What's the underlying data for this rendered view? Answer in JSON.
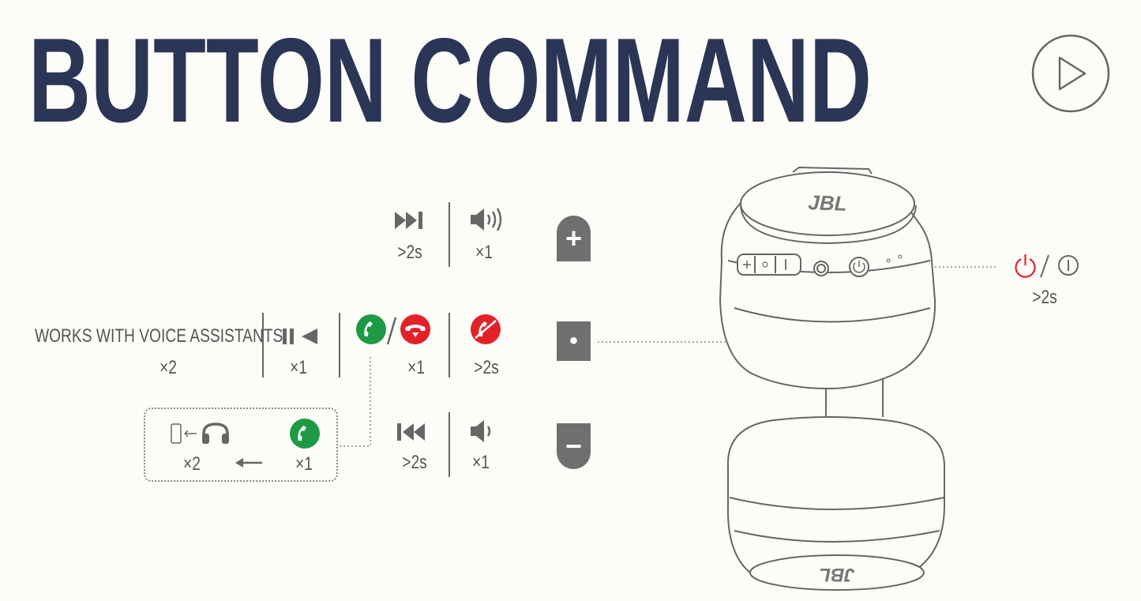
{
  "title": "BUTTON COMMAND",
  "play_button": {
    "icon": "play-icon"
  },
  "colors": {
    "title": "#2b3556",
    "green": "#1e9a45",
    "red": "#e32129",
    "gray": "#6f6f6f"
  },
  "rows": {
    "plus": {
      "button": "+",
      "actions": [
        {
          "icon": "next-track-icon",
          "label": ">2s"
        },
        {
          "icon": "volume-up-icon",
          "label": "×1"
        }
      ]
    },
    "middle": {
      "button": "•",
      "voice": {
        "text": "WORKS WITH VOICE ASSISTANTS",
        "label": "×2"
      },
      "actions": [
        {
          "icon": "play-pause-icon",
          "label": "×1"
        },
        {
          "icon": "answer-end-call-icon",
          "label": "×1"
        },
        {
          "icon": "reject-call-icon",
          "label": ">2s"
        }
      ]
    },
    "minus": {
      "button": "−",
      "actions": [
        {
          "icon": "previous-track-icon",
          "label": ">2s"
        },
        {
          "icon": "volume-down-icon",
          "label": "×1"
        }
      ]
    }
  },
  "call_transfer": {
    "transfer": {
      "icon": "phone-to-headphones-icon",
      "label": "×2"
    },
    "call": {
      "icon": "phone-call-icon",
      "label": "×1"
    }
  },
  "power": {
    "icon": "power-icon",
    "label": ">2s"
  },
  "headphones": {
    "brand_top": "JBL",
    "brand_bottom": "JBL"
  }
}
